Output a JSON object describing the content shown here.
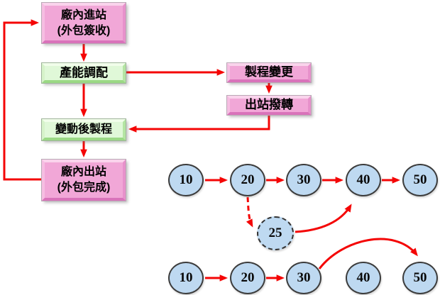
{
  "colors": {
    "arrow_red": "#F40505",
    "box_pink": "#F1A7D7",
    "box_green": "#E0F8D8",
    "node_blue": "#BED9F1"
  },
  "flowchart": {
    "box_in": {
      "line1": "廠內進站",
      "line2": "(外包簽收)"
    },
    "box_capacity": {
      "label": "產能調配"
    },
    "box_process_change": {
      "label": "製程變更"
    },
    "box_station_transfer": {
      "label": "出站撥轉"
    },
    "box_changed_process": {
      "label": "變動後製程"
    },
    "box_out": {
      "line1": "廠內出站",
      "line2": "(外包完成)"
    },
    "edges": [
      {
        "from": "廠內進站(外包簽收)",
        "to": "產能調配"
      },
      {
        "from": "產能調配",
        "to": "製程變更"
      },
      {
        "from": "製程變更",
        "to": "出站撥轉"
      },
      {
        "from": "出站撥轉",
        "to": "變動後製程"
      },
      {
        "from": "產能調配",
        "to": "變動後製程"
      },
      {
        "from": "變動後製程",
        "to": "廠內出站(外包完成)"
      },
      {
        "from": "廠內出站(外包完成)",
        "to": "廠內進站(外包簽收)"
      }
    ]
  },
  "routes": {
    "row1": [
      "10",
      "20",
      "30",
      "40",
      "50"
    ],
    "inserted_node": "25",
    "row2": [
      "10",
      "20",
      "30",
      "40",
      "50"
    ],
    "row1_edges": [
      "10→20",
      "20→30",
      "30→40",
      "40→50",
      "20⇢25 (dashed insert)",
      "25→40"
    ],
    "row2_edges": [
      "10→20",
      "20→30",
      "30→50 (skips 40)"
    ]
  }
}
